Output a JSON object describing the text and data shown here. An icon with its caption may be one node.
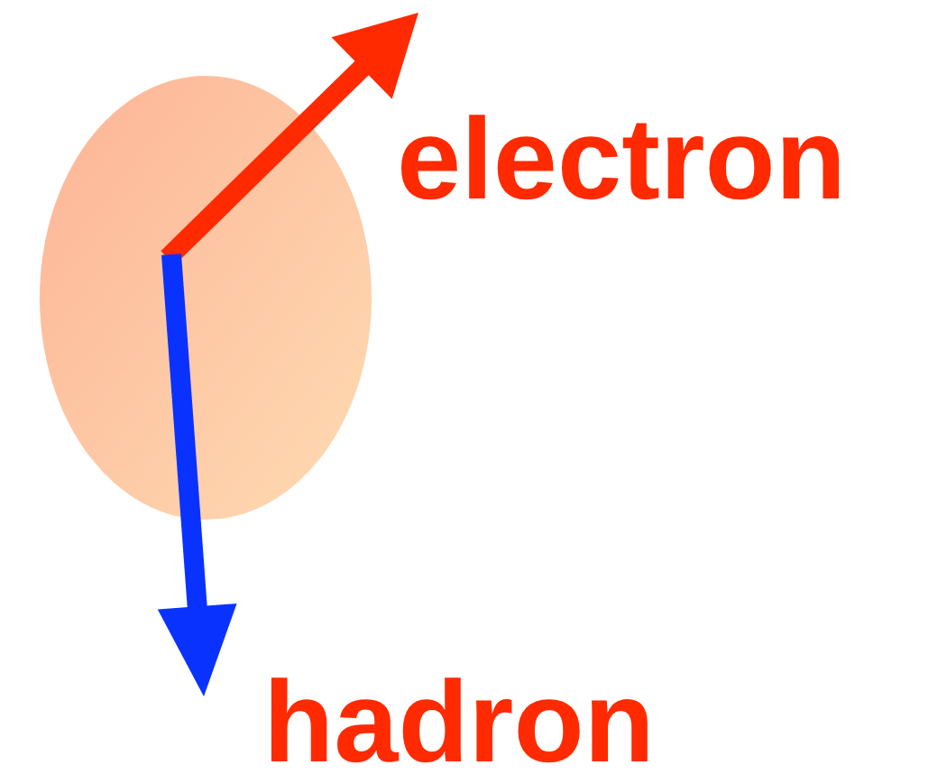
{
  "diagram": {
    "nodes": [
      {
        "text": [],
        "shape": "circle"
      }
    ],
    "labels": [
      "electron",
      "hadron"
    ]
  }
}
